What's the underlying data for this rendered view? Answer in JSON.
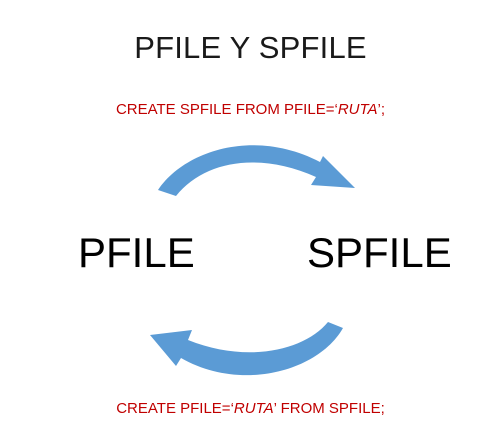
{
  "title": "PFILE Y SPFILE",
  "top_command": {
    "prefix": "CREATE SPFILE FROM PFILE=",
    "quote_open": "‘",
    "path": "RUTA",
    "quote_close": "’",
    "suffix": ";"
  },
  "bottom_command": {
    "prefix": "CREATE PFILE=",
    "quote_open": "‘",
    "path": "RUTA",
    "quote_close": "’",
    "suffix": " FROM SPFILE;"
  },
  "nodes": {
    "left": "PFILE",
    "right": "SPFILE"
  },
  "colors": {
    "arrow": "#5b9bd5",
    "command": "#c00000",
    "text": "#000000"
  }
}
